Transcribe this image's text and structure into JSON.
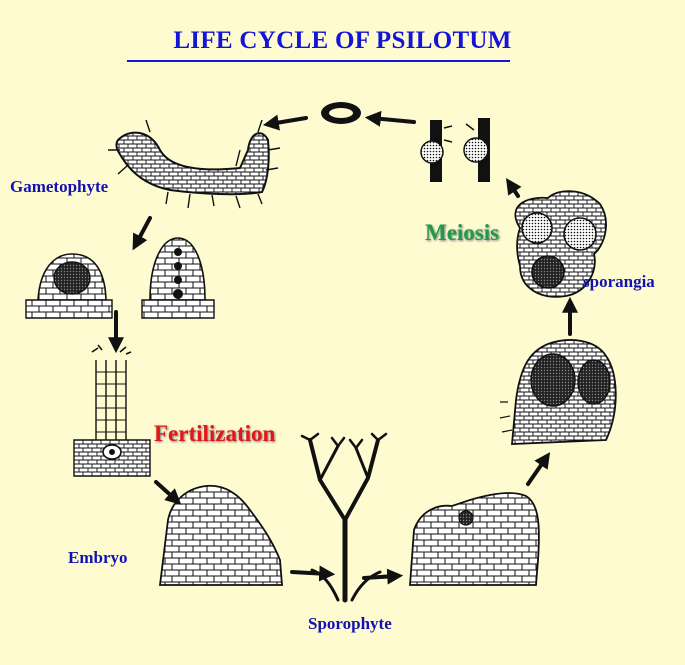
{
  "title": "LIFE CYCLE OF PSILOTUM",
  "labels": {
    "gametophyte": "Gametophyte",
    "meiosis": "Meiosis",
    "sporangia": "sporangia",
    "fertilization": "Fertilization",
    "embryo": "Embryo",
    "sporophyte": "Sporophyte"
  },
  "colors": {
    "background": "#fffbd0",
    "title": "#1414d8",
    "label": "#1212b4",
    "meiosis": "#1f9a4a",
    "fertilization": "#e01818",
    "ink": "#111111"
  },
  "stages": [
    "spore",
    "germinating-spores",
    "gametophyte",
    "antheridium-archegonium",
    "archegonium-neck",
    "embryo",
    "sporophyte",
    "sporangium-initial",
    "young-sporangia",
    "sporangia-cross-section"
  ]
}
